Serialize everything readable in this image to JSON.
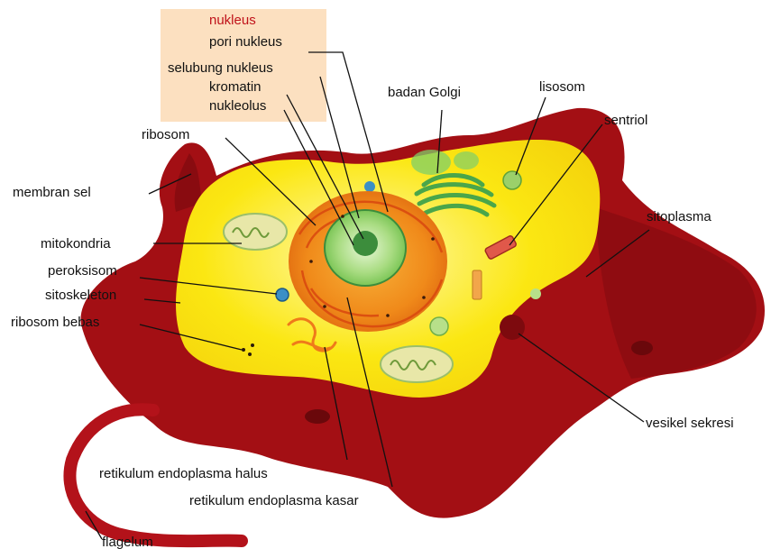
{
  "colors": {
    "membrane": "#a30f14",
    "membrane_dark": "#7d0a0e",
    "cytoplasm": "#fbe712",
    "cytoplasm_light": "#fff36a",
    "nucleus": "#f08a1a",
    "nucleus_inner": "#8fcf63",
    "nucleolus": "#3c8d3c",
    "label_box": "#fce0c0",
    "nucleus_title": "#c0121a"
  },
  "labels": {
    "nukleus": "nukleus",
    "pori_nukleus": "pori nukleus",
    "selubung_nukleus": "selubung nukleus",
    "kromatin": "kromatin",
    "nukleolus": "nukleolus",
    "ribosom": "ribosom",
    "membran_sel": "membran sel",
    "mitokondria": "mitokondria",
    "peroksisom": "peroksisom",
    "sitoskeleton": "sitoskeleton",
    "ribosom_bebas": "ribosom bebas",
    "badan_golgi": "badan Golgi",
    "lisosom": "lisosom",
    "sentriol": "sentriol",
    "sitoplasma": "sitoplasma",
    "vesikel_sekresi": "vesikel sekresi",
    "re_halus": "retikulum endoplasma halus",
    "re_kasar": "retikulum endoplasma kasar",
    "flagelum": "flagelum"
  }
}
